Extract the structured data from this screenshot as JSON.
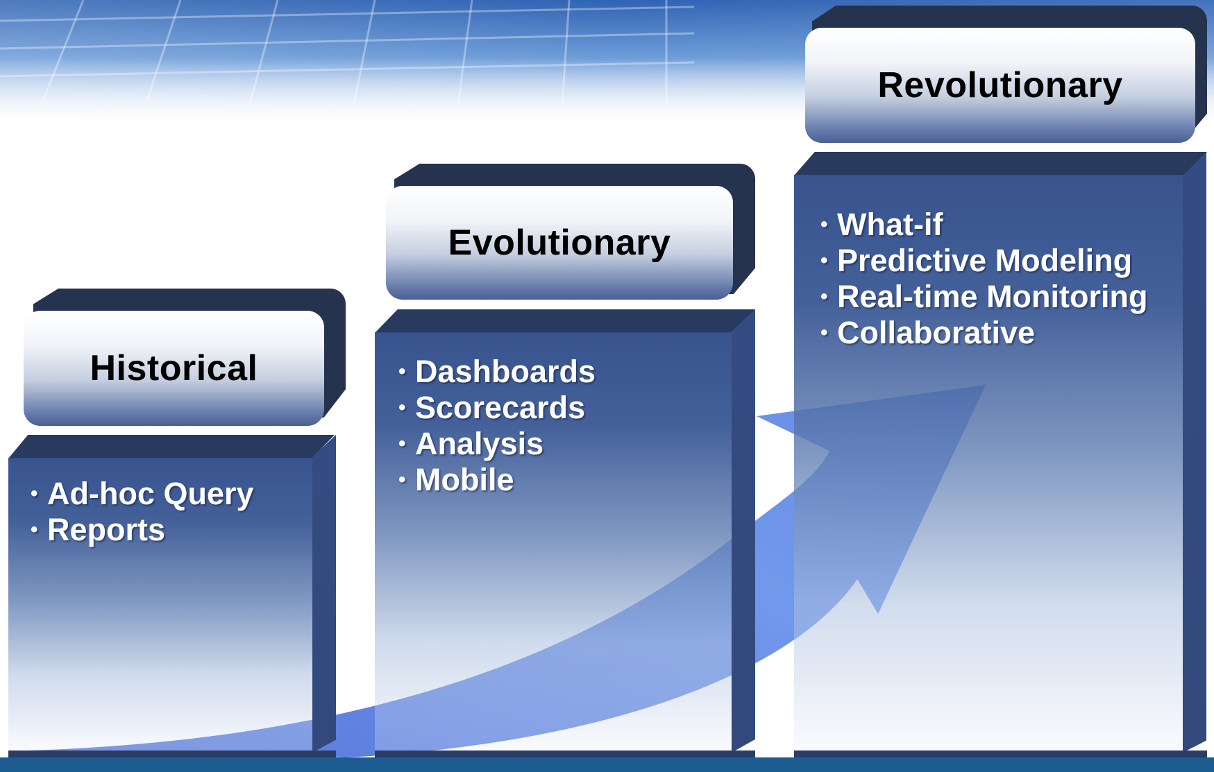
{
  "stages": [
    {
      "title": "Historical",
      "items": [
        "Ad-hoc Query",
        "Reports"
      ]
    },
    {
      "title": "Evolutionary",
      "items": [
        "Dashboards",
        "Scorecards",
        "Analysis",
        "Mobile"
      ]
    },
    {
      "title": "Revolutionary",
      "items": [
        "What-if",
        "Predictive Modeling",
        "Real-time Monitoring",
        "Collaborative"
      ]
    }
  ],
  "colors": {
    "column_dark": "#293a5f",
    "column_mid": "#3a5894",
    "arrow_blue": "#5b83e0",
    "footer_blue": "#1d5c91"
  }
}
